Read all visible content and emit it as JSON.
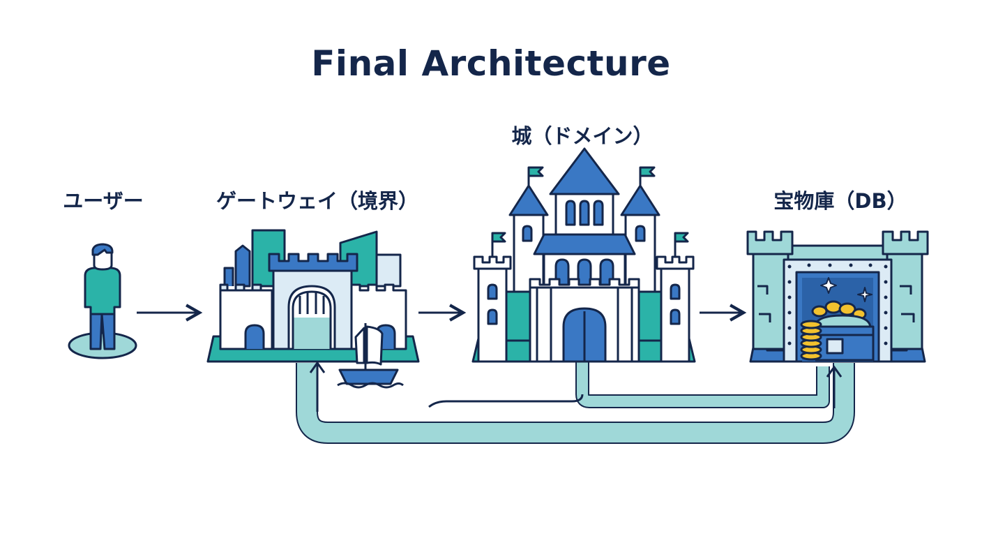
{
  "title": "Final Architecture",
  "nodes": {
    "user": {
      "label": "ユーザー"
    },
    "gateway": {
      "label": "ゲートウェイ（境界）"
    },
    "castle": {
      "label": "城（ドメイン）"
    },
    "vault": {
      "label": "宝物庫（DB）"
    }
  },
  "colors": {
    "navy": "#14264a",
    "blue": "#3a78c4",
    "light_blue": "#dcebf5",
    "teal": "#2bb3a8",
    "aqua": "#9fd8d8",
    "gold": "#f2c12e"
  }
}
